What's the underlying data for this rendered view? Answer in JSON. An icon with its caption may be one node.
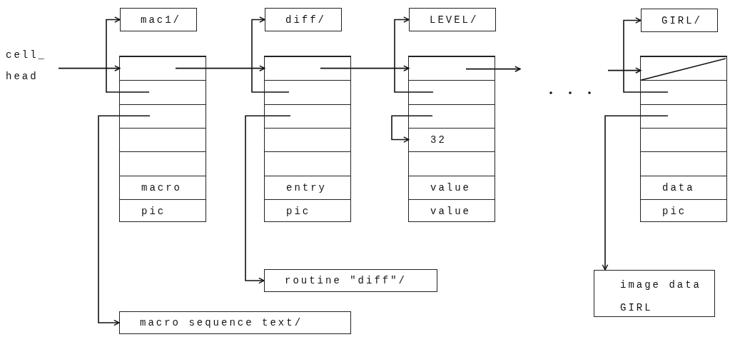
{
  "diagram": {
    "nodes": [
      {
        "text": [
          "cell_ head"
        ]
      },
      {
        "text": [
          "mac1/"
        ]
      },
      {
        "text": [],
        "shape": "box"
      },
      {
        "text": [],
        "shape": "box",
        "in": 2
      },
      {
        "text": [],
        "shape": "box",
        "in": 2
      },
      {
        "text": [],
        "shape": "box",
        "in": 2
      },
      {
        "text": [],
        "shape": "box",
        "in": 2
      },
      {
        "text": [],
        "shape": "box",
        "in": 2
      },
      {
        "text": [
          "macro"
        ],
        "in": 2
      },
      {
        "text": [
          "pic"
        ],
        "in": 2
      },
      {
        "text": [
          "diff/"
        ]
      },
      {
        "text": [],
        "shape": "box"
      },
      {
        "text": [],
        "shape": "box",
        "in": 11
      },
      {
        "text": [],
        "shape": "box",
        "in": 11
      },
      {
        "text": [],
        "shape": "box",
        "in": 11
      },
      {
        "text": [],
        "shape": "box",
        "in": 11
      },
      {
        "text": [],
        "shape": "box",
        "in": 11
      },
      {
        "text": [
          "entry"
        ],
        "in": 11
      },
      {
        "text": [
          "pic"
        ],
        "in": 11
      },
      {
        "text": [
          "LEVEL/"
        ]
      },
      {
        "text": [],
        "shape": "box"
      },
      {
        "text": [],
        "shape": "box",
        "in": 20
      },
      {
        "text": [],
        "shape": "box",
        "in": 20
      },
      {
        "text": [],
        "shape": "box",
        "in": 20
      },
      {
        "text": [
          "32"
        ],
        "in": 20
      },
      {
        "text": [],
        "shape": "box",
        "in": 20
      },
      {
        "text": [
          "value"
        ],
        "in": 20
      },
      {
        "text": [
          "value"
        ],
        "in": 20
      },
      {
        "text": [
          "GIRL/"
        ]
      },
      {
        "text": [],
        "shape": "box"
      },
      {
        "text": [],
        "shape": "box",
        "in": 29
      },
      {
        "text": [],
        "shape": "box",
        "in": 29
      },
      {
        "text": [],
        "shape": "box",
        "in": 29
      },
      {
        "text": [],
        "shape": "box",
        "in": 29
      },
      {
        "text": [],
        "shape": "box",
        "in": 29
      },
      {
        "text": [
          "data"
        ],
        "in": 29
      },
      {
        "text": [
          "pic"
        ],
        "in": 29
      },
      {
        "text": [
          "routine \"diff\"/"
        ]
      },
      {
        "text": [
          "image data GIRL"
        ]
      },
      {
        "text": [
          "macro sequence text/"
        ]
      }
    ],
    "edges": [
      {
        "from": 0,
        "to": 3,
        "arrow": "to"
      },
      {
        "from": 3,
        "to": 12,
        "arrow": "to"
      },
      {
        "from": 4,
        "to": 1,
        "arrow": "to"
      },
      {
        "from": 5,
        "to": 39,
        "arrow": "to"
      },
      {
        "from": 12,
        "to": 21,
        "arrow": "to"
      },
      {
        "from": 13,
        "to": 10,
        "arrow": "to"
      },
      {
        "from": 14,
        "to": 37,
        "arrow": "to"
      },
      {
        "from": 21,
        "to": null,
        "arrow": "to"
      },
      {
        "from": 22,
        "to": 19,
        "arrow": "to"
      },
      {
        "from": 23,
        "to": 24,
        "arrow": "to"
      },
      {
        "from": null,
        "to": 30,
        "arrow": "to"
      },
      {
        "from": 31,
        "to": 28,
        "arrow": "to"
      },
      {
        "from": 32,
        "to": 38,
        "arrow": "to"
      }
    ]
  }
}
